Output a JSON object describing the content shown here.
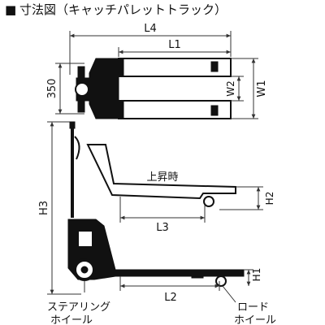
{
  "title": "寸法図（キャッチパレットトラック）",
  "title_marker": "■",
  "colors": {
    "ink": "#111111",
    "background": "#ffffff",
    "dimension_line": "#333333"
  },
  "labels": {
    "L4": "L4",
    "L1": "L1",
    "W1": "W1",
    "W2": "W2",
    "width_350": "350",
    "H3": "H3",
    "lifted": "上昇時",
    "H2": "H2",
    "L3": "L3",
    "H1": "H1",
    "L2": "L2",
    "steering_wheel_line1": "ステアリング",
    "steering_wheel_line2": "ホイール",
    "load_wheel_line1": "ロード",
    "load_wheel_line2": "ホイール"
  }
}
